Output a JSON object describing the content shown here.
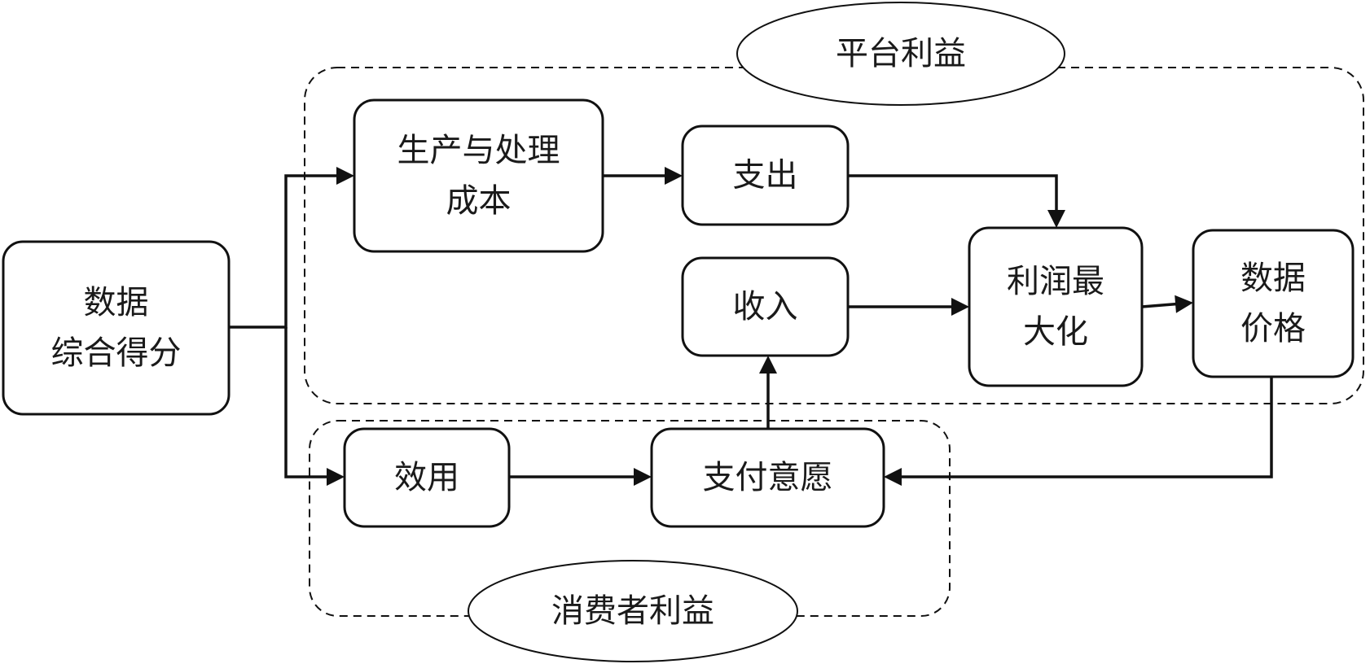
{
  "groups": {
    "platform": {
      "label": "平台利益"
    },
    "consumer": {
      "label": "消费者利益"
    }
  },
  "nodes": {
    "score": {
      "lines": [
        "数据",
        "综合得分"
      ]
    },
    "cost": {
      "lines": [
        "生产与处理",
        "成本"
      ]
    },
    "expend": {
      "lines": [
        "支出"
      ]
    },
    "income": {
      "lines": [
        "收入"
      ]
    },
    "profit": {
      "lines": [
        "利润最",
        "大化"
      ]
    },
    "price": {
      "lines": [
        "数据",
        "价格"
      ]
    },
    "util": {
      "lines": [
        "效用"
      ]
    },
    "wtp": {
      "lines": [
        "支付意愿"
      ]
    }
  },
  "edges": [
    {
      "from": "score",
      "to": "cost"
    },
    {
      "from": "score",
      "to": "util"
    },
    {
      "from": "cost",
      "to": "expend"
    },
    {
      "from": "expend",
      "to": "profit"
    },
    {
      "from": "income",
      "to": "profit"
    },
    {
      "from": "profit",
      "to": "price"
    },
    {
      "from": "price",
      "to": "wtp"
    },
    {
      "from": "util",
      "to": "wtp"
    },
    {
      "from": "wtp",
      "to": "income"
    }
  ]
}
